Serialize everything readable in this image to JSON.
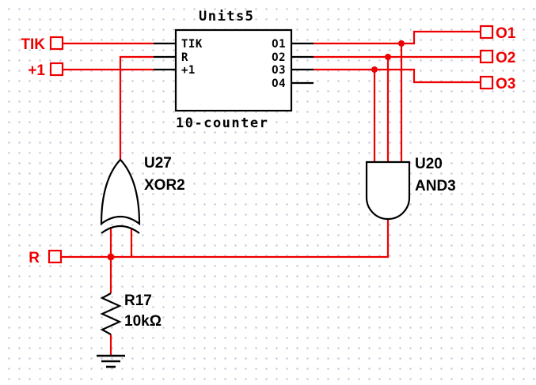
{
  "counter": {
    "ref": "Units5",
    "device": "10-counter",
    "left_pins": [
      "TIK",
      "R",
      "+1"
    ],
    "right_pins": [
      "O1",
      "O2",
      "O3",
      "O4"
    ]
  },
  "ports": {
    "tik": "TIK",
    "plus1": "+1",
    "r": "R",
    "o1": "O1",
    "o2": "O2",
    "o3": "O3"
  },
  "gates": {
    "xor": {
      "ref": "U27",
      "type": "XOR2"
    },
    "and": {
      "ref": "U20",
      "type": "AND3"
    }
  },
  "resistor": {
    "ref": "R17",
    "value": "10kΩ"
  },
  "colors": {
    "wire": "#ee0000",
    "symbol": "#000000",
    "grid_dot": "#c8c8da",
    "background": "#ffffff"
  }
}
